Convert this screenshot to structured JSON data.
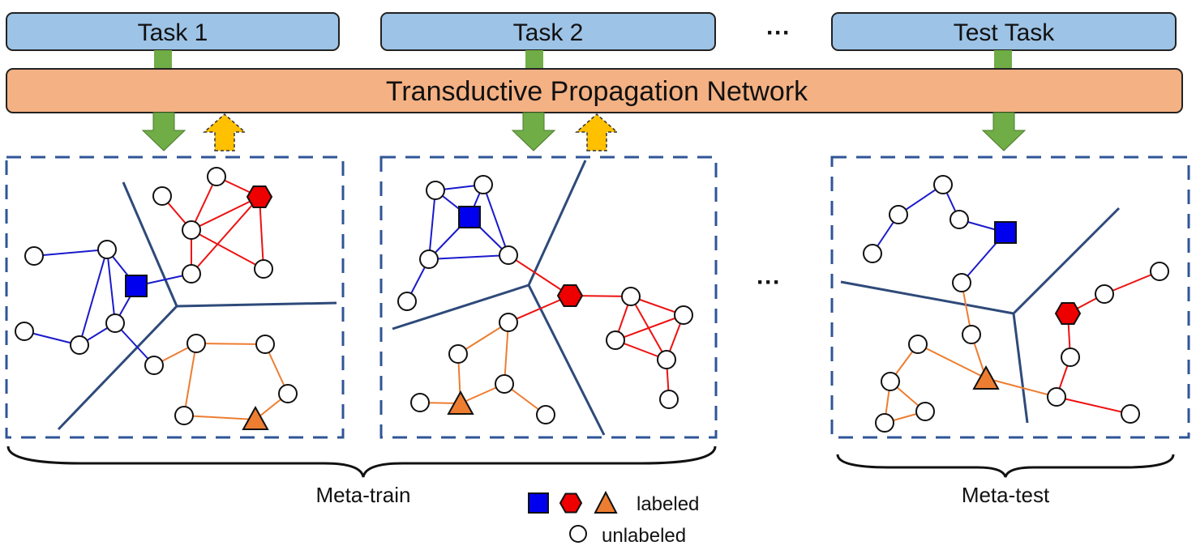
{
  "tasks": {
    "task1": "Task 1",
    "task2": "Task 2",
    "ellipsis": "···",
    "test": "Test Task"
  },
  "network": {
    "title": "Transductive Propagation Network"
  },
  "middle_ellipsis": "···",
  "groups": {
    "meta_train": "Meta-train",
    "meta_test": "Meta-test"
  },
  "legend": {
    "labeled": "labeled",
    "unlabeled": "unlabeled"
  },
  "colors": {
    "task_box": "#9dc3e6",
    "network_box": "#f4b183",
    "forward_arrow": "#70ad47",
    "backward_arrow": "#ffc000",
    "panel_border": "#2f5597",
    "boundary": "#2e4a7a",
    "class_blue": "#0000ee",
    "class_red": "#ee0000",
    "class_orange": "#ed7d31"
  }
}
